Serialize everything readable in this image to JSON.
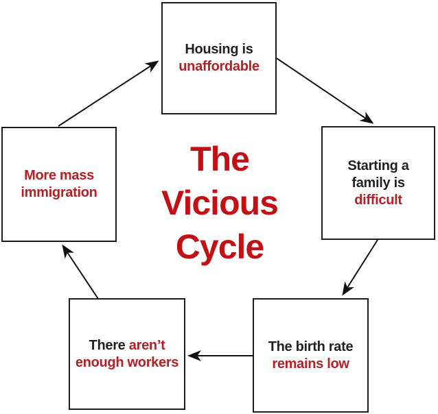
{
  "title": {
    "lines": [
      "The",
      "Vicious",
      "Cycle"
    ]
  },
  "colors": {
    "title_red": "#c31014",
    "emphasis_red": "#b32025",
    "text_black": "#231f20",
    "box_border": "#1c1c1c",
    "arrow": "#111111",
    "background": "#ffffff"
  },
  "nodes": [
    {
      "id": "housing",
      "position": "top",
      "lines": [
        [
          {
            "text": "Housing is",
            "red": false
          }
        ],
        [
          {
            "text": "unaffordable",
            "red": true
          }
        ]
      ]
    },
    {
      "id": "family",
      "position": "right",
      "lines": [
        [
          {
            "text": "Starting a",
            "red": false
          }
        ],
        [
          {
            "text": "family is",
            "red": false
          }
        ],
        [
          {
            "text": "difficult",
            "red": true
          }
        ]
      ]
    },
    {
      "id": "birth-rate",
      "position": "bottom-right",
      "lines": [
        [
          {
            "text": "The birth rate",
            "red": false
          }
        ],
        [
          {
            "text": "remains low",
            "red": true
          }
        ]
      ]
    },
    {
      "id": "workers",
      "position": "bottom-left",
      "lines": [
        [
          {
            "text": "There ",
            "red": false
          },
          {
            "text": "aren’t",
            "red": true
          }
        ],
        [
          {
            "text": "enough workers",
            "red": true
          }
        ]
      ]
    },
    {
      "id": "immigration",
      "position": "left",
      "lines": [
        [
          {
            "text": "More mass",
            "red": true
          }
        ],
        [
          {
            "text": "immigration",
            "red": true
          }
        ]
      ]
    }
  ],
  "arrows": [
    {
      "from": "immigration",
      "to": "housing"
    },
    {
      "from": "housing",
      "to": "family"
    },
    {
      "from": "family",
      "to": "birth-rate"
    },
    {
      "from": "birth-rate",
      "to": "workers"
    },
    {
      "from": "workers",
      "to": "immigration"
    }
  ]
}
